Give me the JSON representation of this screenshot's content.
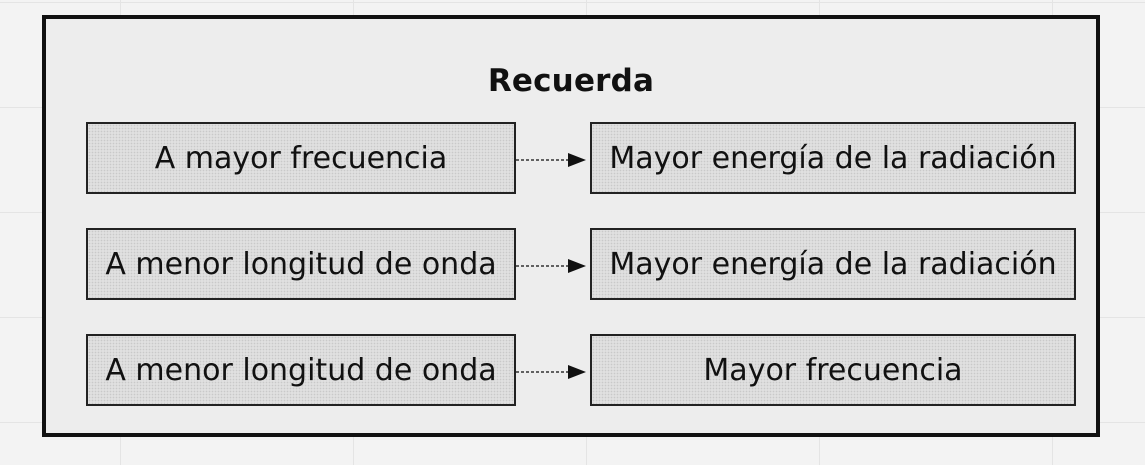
{
  "title": "Recuerda",
  "rows": [
    {
      "from": "A mayor frecuencia",
      "to": "Mayor energía de la radiación"
    },
    {
      "from": "A menor longitud de onda",
      "to": "Mayor energía de la radiación"
    },
    {
      "from": "A menor longitud de onda",
      "to": "Mayor frecuencia"
    }
  ]
}
